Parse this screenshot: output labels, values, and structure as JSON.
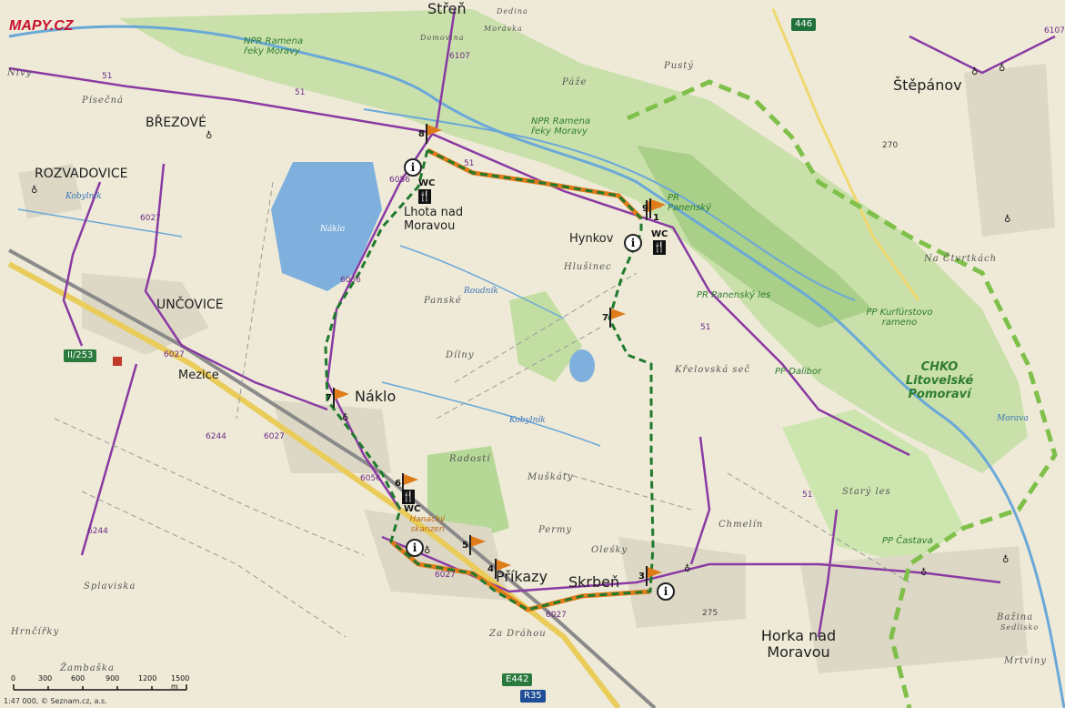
{
  "map": {
    "logo": "MAPY.CZ",
    "copyright": "1:47 000, © Seznam.cz, a.s.",
    "scale_labels": [
      "0",
      "300",
      "600",
      "900",
      "1200",
      "1500 m"
    ],
    "colors": {
      "background": "#eeead7",
      "forest": "#b9d79a",
      "water": "#7fb0dd",
      "route_green": "#1f7a2e",
      "route_orange": "#e07b1a",
      "road_purple": "#8a3aa3",
      "reserve_border": "#7fc04a"
    },
    "towns": [
      {
        "name": "Střeň"
      },
      {
        "name": "BŘEZOVÉ"
      },
      {
        "name": "ROZVADOVICE"
      },
      {
        "name": "UNČOVICE"
      },
      {
        "name": "Mezice"
      },
      {
        "name": "Náklo"
      },
      {
        "name": "Lhota nad Moravou"
      },
      {
        "name": "Hynkov"
      },
      {
        "name": "Příkazy"
      },
      {
        "name": "Skrbeň"
      },
      {
        "name": "Horka nad Moravou"
      },
      {
        "name": "Štěpánov"
      },
      {
        "name": "Dedina"
      },
      {
        "name": "Morávka"
      },
      {
        "name": "Domovina"
      },
      {
        "name": "Sedlisko"
      }
    ],
    "area_names": [
      "Nivy",
      "Písečná",
      "Páže",
      "Pustý",
      "Hlušinec",
      "Panské",
      "Dílny",
      "Radostí",
      "Muškáty",
      "Permy",
      "Oleśky",
      "Chmelín",
      "Splaviska",
      "Hrnčířky",
      "Žambaška",
      "Za Dráhou",
      "Na Čtvrtkách",
      "Křelovská seč",
      "Starý les",
      "Bažina",
      "Mrtviny"
    ],
    "protected_areas": [
      "NPR Ramena řeky Moravy",
      "NPR Ramena řeky Moravy",
      "PR Panenský",
      "PR Panenský les",
      "PP Kurfürstovo rameno",
      "PP Dalibor",
      "CHKO Litovelské Pomoraví",
      "PP Častava",
      "Hanácký skanzen"
    ],
    "water_names": [
      "Náklo",
      "Kobylník",
      "Roudník",
      "Kobylník",
      "Morava"
    ],
    "road_numbers": [
      "51",
      "51",
      "51",
      "51",
      "51",
      "6107",
      "6107",
      "6056",
      "6056",
      "6056",
      "6027",
      "6027",
      "6027",
      "6027",
      "6027",
      "6244",
      "6244",
      "446",
      "270",
      "275",
      "E442",
      "R35",
      "II/253"
    ],
    "waypoints": [
      {
        "number": "1",
        "label": "1"
      },
      {
        "number": "3",
        "label": "3"
      },
      {
        "number": "4",
        "label": "4"
      },
      {
        "number": "5",
        "label": "5"
      },
      {
        "number": "6",
        "label": "6"
      },
      {
        "number": "7",
        "label": "7"
      },
      {
        "number": "7",
        "label": "7"
      },
      {
        "number": "8",
        "label": "8"
      },
      {
        "number": "9",
        "label": "9"
      }
    ],
    "poi": {
      "info": "i",
      "wc": "WC",
      "restaurant": "🍴"
    }
  }
}
